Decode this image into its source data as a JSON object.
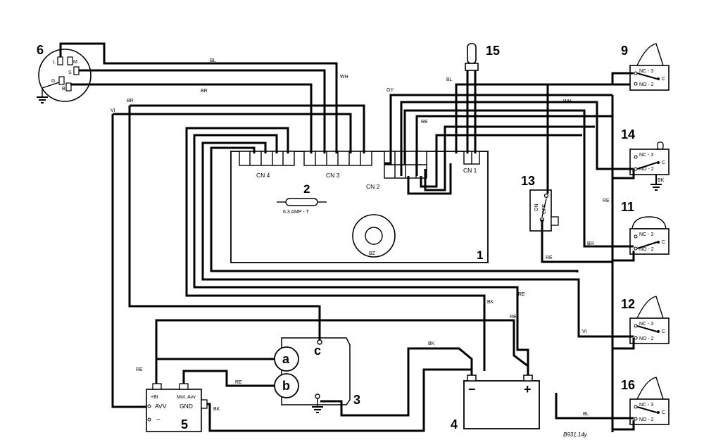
{
  "components": {
    "n1": "1",
    "n2": "2",
    "n3": "3",
    "n4": "4",
    "n5": "5",
    "n6": "6",
    "n9": "9",
    "n11": "11",
    "n12": "12",
    "n13": "13",
    "n14": "14",
    "n15": "15",
    "n16": "16"
  },
  "connectors": {
    "cn1": "CN 1",
    "cn2": "CN 2",
    "cn3": "CN 3",
    "cn4": "CN 4"
  },
  "fuse": "6.3 AMP - T",
  "buzzer": "BZ",
  "wires": {
    "bl_top": "BL",
    "wh_top": "WH",
    "br_top": "BR",
    "br_left": "BR",
    "vi_left": "VI",
    "gy": "GY",
    "bl_15": "BL",
    "re_cn2": "RE",
    "wh_right": "WH",
    "re_right": "RE",
    "br_11": "BR",
    "re_13": "RE",
    "re_c": "RE",
    "bk_mid": "BK",
    "re_mid": "RE",
    "vi_12": "VI",
    "bk_batt": "BK",
    "re_5": "RE",
    "re_b": "RE",
    "bk_5": "BK",
    "bl_16": "BL",
    "bk_14": "BK"
  },
  "alternator": {
    "a": "a",
    "b": "b",
    "c": "c"
  },
  "battery": {
    "minus": "−",
    "plus": "+"
  },
  "module5": {
    "bt": "+Bt",
    "mot": "Mot. Avv",
    "avv": "AVV",
    "gnd": "GND",
    "minus": "−"
  },
  "ignition_pins": {
    "l": "L",
    "m": "M",
    "s": "S",
    "g": "G",
    "b": "B"
  },
  "switch": {
    "nc": "NC - 3",
    "no": "NO - 2",
    "c": "C"
  },
  "switch13": {
    "on": "ON",
    "off": "OFF"
  },
  "drawing_code": "B931.14y"
}
